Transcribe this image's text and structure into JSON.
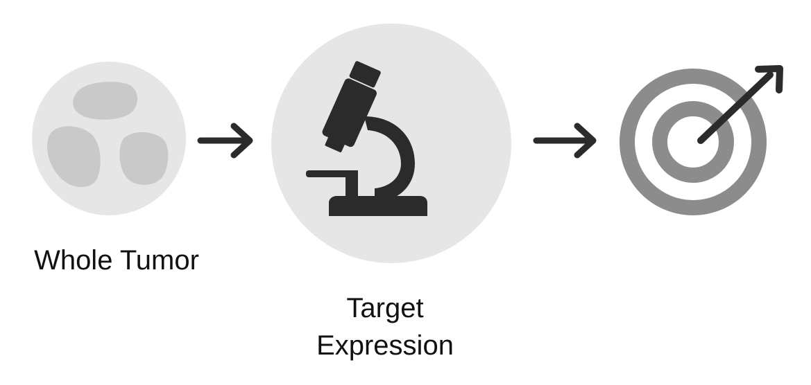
{
  "diagram": {
    "steps": [
      {
        "label": "Whole Tumor",
        "icon": "tumor-cells-icon"
      },
      {
        "label_lines": [
          "Target",
          "Expression"
        ],
        "icon": "microscope-icon"
      },
      {
        "icon": "target-arrow-icon"
      }
    ],
    "connectors": [
      "right-arrow-icon",
      "right-arrow-icon"
    ],
    "colors": {
      "circle_fill": "#e6e6e6",
      "cell_fill": "#c9c9c9",
      "icon_dark": "#2b2b2b",
      "target_ring": "#8c8c8c",
      "text": "#111111"
    }
  }
}
